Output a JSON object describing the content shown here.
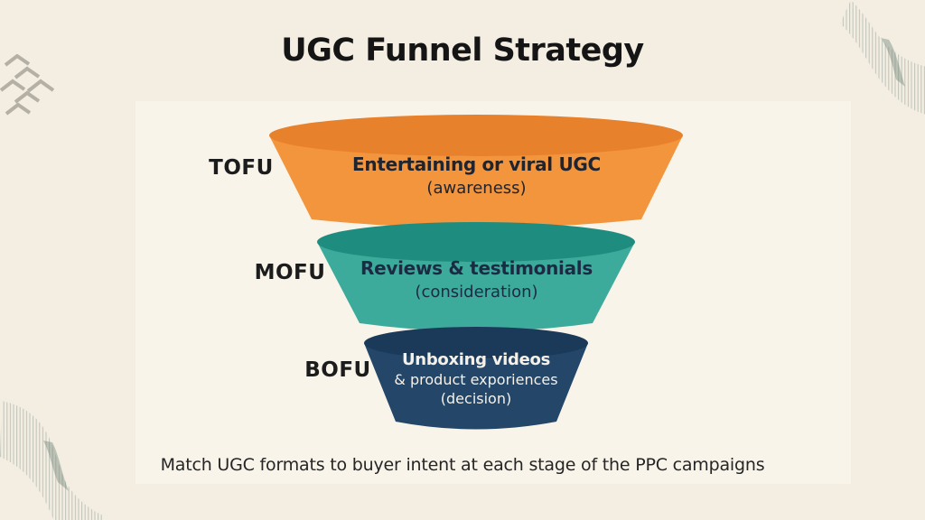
{
  "page": {
    "title": "UGC Funnel Strategy",
    "caption": "Match UGC formats to buyer intent at each stage of the PPC campaigns"
  },
  "funnel": {
    "stages": [
      {
        "stage_label": "TOFU",
        "heading": "Entertaining or viral UGC",
        "subheading": "(awareness)",
        "top_color": "#e8812c",
        "body_color": "#f2953d",
        "text_color": "#20242e"
      },
      {
        "stage_label": "MOFU",
        "heading": "Reviews & testimonials",
        "subheading": "(consideration)",
        "top_color": "#1e8c7e",
        "body_color": "#3dab9b",
        "text_color": "#1c2b44"
      },
      {
        "stage_label": "BOFU",
        "heading": "Unboxing videos",
        "subheading": "& product exporiences",
        "subheading2": "(decision)",
        "top_color": "#1b3a5a",
        "body_color": "#234669",
        "text_color": "#f5f1e8"
      }
    ]
  },
  "colors": {
    "background": "#f3eee1",
    "panel": "#f9f4ea",
    "title_text": "#151515",
    "label_text": "#1c1c1c",
    "caption_text": "#252525",
    "decor_chevron": "#b5b0a5",
    "decor_stripes": "#98a39e"
  },
  "icons": {
    "chevron_pattern": "chevron-marks",
    "ribbon_top_right": "striped-wave-ribbon",
    "ribbon_bottom_left": "striped-wave-ribbon"
  }
}
